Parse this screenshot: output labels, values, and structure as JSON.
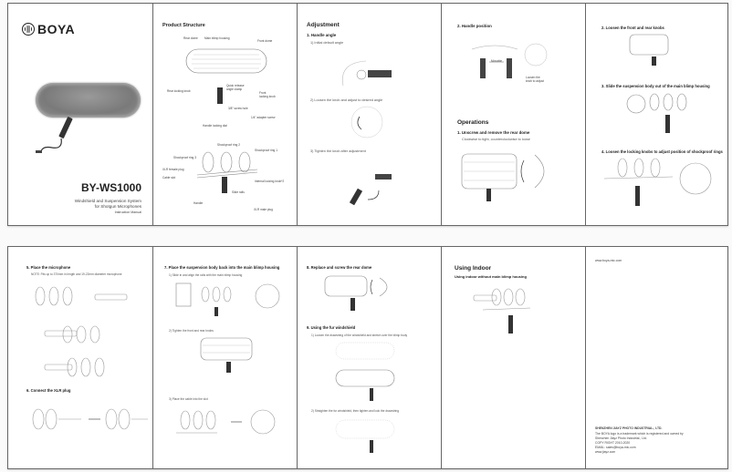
{
  "cover": {
    "brand": "BOYA",
    "model": "BY-WS1000",
    "subtitle_line1": "Windshield and Suspension System",
    "subtitle_line2": "for Shotgun Microphones",
    "manual_label": "Instruction Manual"
  },
  "product_structure": {
    "title": "Product Structure",
    "labels": {
      "rear_dome": "Rear dome",
      "main_blimp_housing": "Main blimp housing",
      "front_dome": "Front dome",
      "rear_locking_knob": "Rear locking knob",
      "quick_release_angle_clamp": "Quick release angle clamp",
      "front_locking_knob": "Front locking knob",
      "screw_hole": "3/8\" screw hole",
      "adapter_screw": "1/4\" adapter screw",
      "handle_locking_dial": "Handle locking dial",
      "shockproof_ring_1": "Shockproof ring 1",
      "shockproof_ring_2": "Shockproof ring 2",
      "shockproof_ring_3": "Shockproof ring 3",
      "xlr_female_plug": "XLR female plug",
      "cable_slot": "Cable slot",
      "internal_locking_knob": "Internal locking knob*2",
      "slide_rails": "Slide rails",
      "handle": "Handle",
      "xlr_male_plug": "XLR male plug"
    }
  },
  "adjustment": {
    "title": "Adjustment",
    "section1": "1. Handle angle",
    "step1": "1) Initial default angle",
    "step2": "2) Loosen the knob and adjust to desired angle",
    "step3": "3) Tighten the knob after adjustment",
    "section2": "2. Handle position",
    "movable": "Movable",
    "loosen_knob": "Loosen the knob to adjust"
  },
  "operations": {
    "title": "Operations",
    "step1": "1. Unscrew and remove the rear dome",
    "step1_note": "Clockwise to tight, counterclockwise to loose",
    "step2": "2. Loosen the front and rear knobs",
    "step3": "3. Slide the suspension body out of the main blimp housing",
    "step4": "4. Loosen the locking knobs to adjust position of shockproof rings",
    "step5": "5. Place the microphone",
    "step5_note": "NOTE: Fits up to 370mm in length and 19-22mm diameter microphone",
    "step6": "6. Connect the XLR plug",
    "step7": "7. Place the suspension body back into the main blimp housing",
    "step7_1": "1) Slide in and align the rails with the main blimp housing",
    "step7_2": "2) Tighten the front and rear knobs",
    "step7_3": "3) Place the cable into the slot",
    "step8": "8. Replace and screw the rear dome",
    "step9": "9. Using the fur windshield",
    "step9_1": "1) Loosen the drawstring of the windshield and stretch over the blimp body",
    "step9_2": "2) Straighten the fur windshield, then tighten and lock the drawstring"
  },
  "indoor": {
    "title": "Using Indoor",
    "subtitle": "Using indoor without main blimp housing"
  },
  "back": {
    "website": "www.boya-mic.com",
    "company": "SHENZHEN JIAYZ PHOTO INDUSTRIAL., LTD.",
    "trademark1": "The BOYA logo is a trademark which is registered and owned by",
    "trademark2": "Shenzhen Jiayz Photo Industrial., Ltd.",
    "copyright": "COPY RIGHT 2010-2020",
    "email": "EMAIL: sales@boya-mic.com",
    "web2": "www.jiayz.com"
  }
}
